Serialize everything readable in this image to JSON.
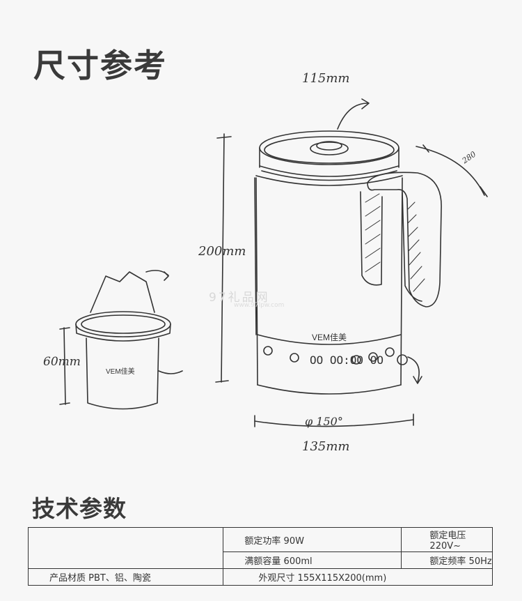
{
  "titles": {
    "dimensions": "尺寸参考",
    "specs": "技术参数"
  },
  "annotations": {
    "top_width": "115mm",
    "height": "200mm",
    "base_width": "135mm",
    "diameter": "φ 150°",
    "angle": "280",
    "infuser_height": "60mm",
    "brand_kettle": "VEM佳美",
    "brand_infuser": "VEM佳美",
    "display": "ΟΟ ΟΟ:ΟΟ ΟΟ"
  },
  "watermark": {
    "text": "97礼品网",
    "url": "www.97lpw.com"
  },
  "specs": {
    "rated_power": "额定功率 90W",
    "rated_voltage": "额定电压 220V~",
    "capacity": "满额容量 600ml",
    "rated_frequency": "额定频率 50Hz",
    "material": "产品材质 PBT、铝、陶瓷",
    "dimensions": "外观尺寸 155X115X200(mm)"
  }
}
